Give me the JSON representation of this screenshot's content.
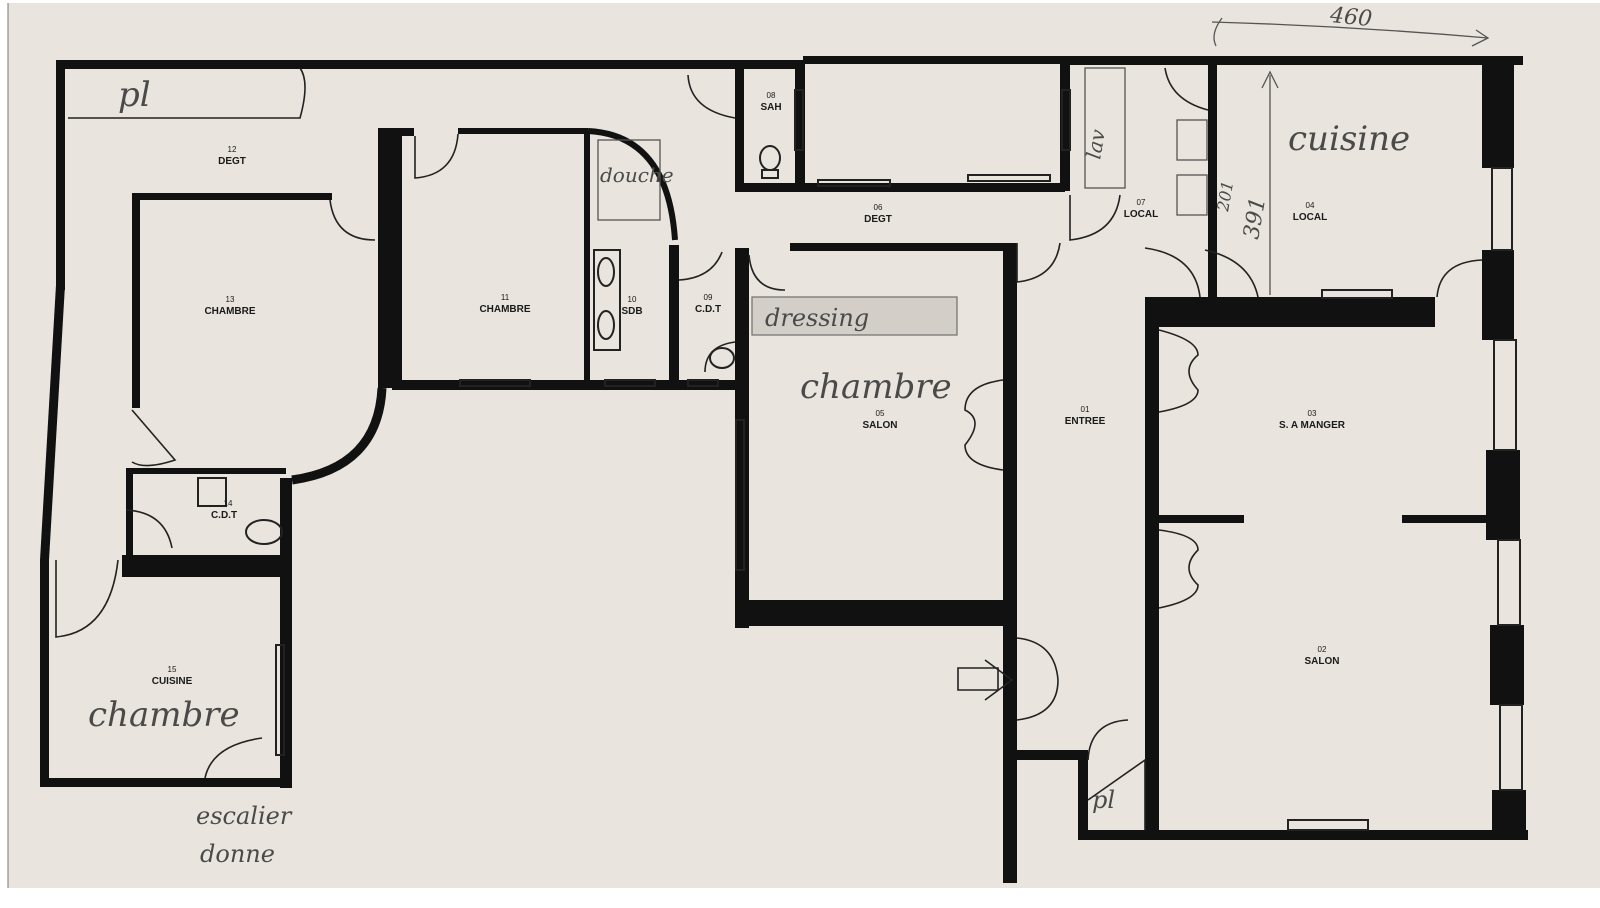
{
  "rooms": [
    {
      "number": "12",
      "name": "DEGT"
    },
    {
      "number": "13",
      "name": "CHAMBRE"
    },
    {
      "number": "11",
      "name": "CHAMBRE"
    },
    {
      "number": "10",
      "name": "SDB"
    },
    {
      "number": "09",
      "name": "C.D.T"
    },
    {
      "number": "08",
      "name": "SAH"
    },
    {
      "number": "06",
      "name": "DEGT"
    },
    {
      "number": "07",
      "name": "LOCAL"
    },
    {
      "number": "04",
      "name": "LOCAL"
    },
    {
      "number": "05",
      "name": "SALON"
    },
    {
      "number": "01",
      "name": "ENTREE"
    },
    {
      "number": "03",
      "name": "S. A MANGER"
    },
    {
      "number": "02",
      "name": "SALON"
    },
    {
      "number": "14",
      "name": "C.D.T"
    },
    {
      "number": "15",
      "name": "CUISINE"
    }
  ],
  "handwritten": {
    "dimension_top": "460",
    "placard_top_left": "pl",
    "douche": "douche",
    "lav": "lav",
    "cuisine": "cuisine",
    "dim_vertical": "391",
    "dim_small": "201",
    "dressing": "dressing",
    "chambre_center": "chambre",
    "chambre_bottom_left": "chambre",
    "placard_bottom": "pl",
    "escalier_line1": "escalier",
    "escalier_line2": "donne"
  },
  "colors": {
    "paper": "#e8e3dc",
    "wall": "#111111",
    "pencil": "#555555"
  }
}
